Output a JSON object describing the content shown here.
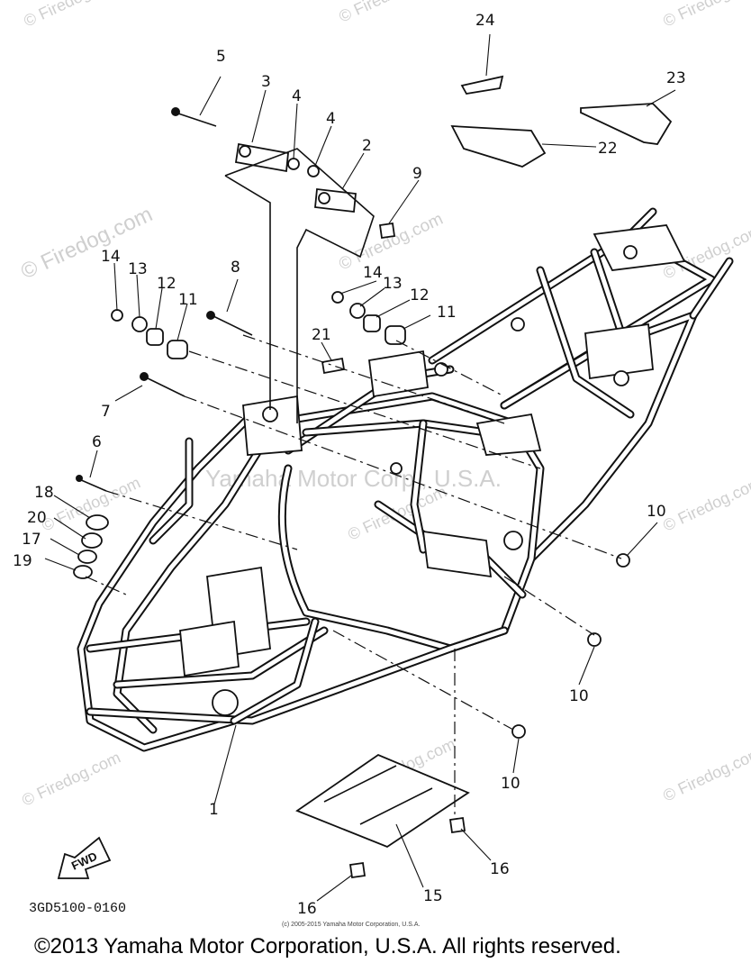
{
  "watermarks": {
    "brand": "© Firedog.com",
    "corp": "Yamaha Motor Corp., U.S.A."
  },
  "callouts": [
    {
      "id": "c1",
      "text": "1"
    },
    {
      "id": "c2",
      "text": "2"
    },
    {
      "id": "c3",
      "text": "3"
    },
    {
      "id": "c4a",
      "text": "4"
    },
    {
      "id": "c4b",
      "text": "4"
    },
    {
      "id": "c5",
      "text": "5"
    },
    {
      "id": "c6",
      "text": "6"
    },
    {
      "id": "c7",
      "text": "7"
    },
    {
      "id": "c8",
      "text": "8"
    },
    {
      "id": "c9",
      "text": "9"
    },
    {
      "id": "c10a",
      "text": "10"
    },
    {
      "id": "c10b",
      "text": "10"
    },
    {
      "id": "c10c",
      "text": "10"
    },
    {
      "id": "c11a",
      "text": "11"
    },
    {
      "id": "c11b",
      "text": "11"
    },
    {
      "id": "c12a",
      "text": "12"
    },
    {
      "id": "c12b",
      "text": "12"
    },
    {
      "id": "c13a",
      "text": "13"
    },
    {
      "id": "c13b",
      "text": "13"
    },
    {
      "id": "c14a",
      "text": "14"
    },
    {
      "id": "c14b",
      "text": "14"
    },
    {
      "id": "c15",
      "text": "15"
    },
    {
      "id": "c16a",
      "text": "16"
    },
    {
      "id": "c16b",
      "text": "16"
    },
    {
      "id": "c17",
      "text": "17"
    },
    {
      "id": "c18",
      "text": "18"
    },
    {
      "id": "c19",
      "text": "19"
    },
    {
      "id": "c20",
      "text": "20"
    },
    {
      "id": "c21",
      "text": "21"
    },
    {
      "id": "c22",
      "text": "22"
    },
    {
      "id": "c23",
      "text": "23"
    },
    {
      "id": "c24",
      "text": "24"
    }
  ],
  "fwd_label": "FWD",
  "part_code": "3GD5100-0160",
  "small_copyright": "(c) 2005-2015 Yamaha Motor Corporation, U.S.A.",
  "footer_copyright": "©2013 Yamaha Motor Corporation, U.S.A. All rights reserved."
}
